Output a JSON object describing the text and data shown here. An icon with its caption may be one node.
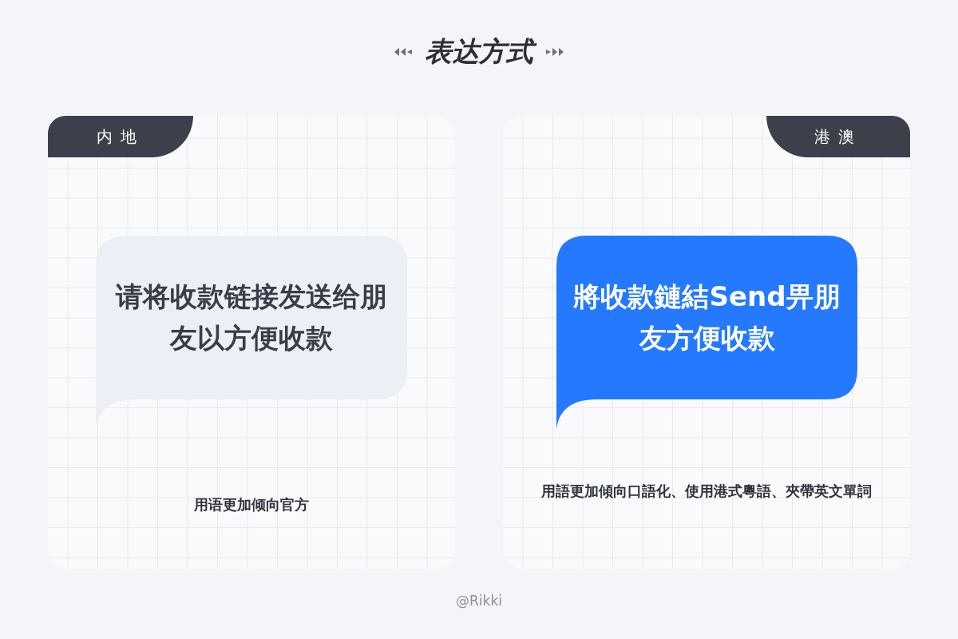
{
  "diagram": {
    "title": "表达方式",
    "nodes": [
      {
        "text": [
          "内地",
          "用语更加倾向官方"
        ]
      },
      {
        "text": [
          "请将收款链接发送给朋友以方便收款"
        ],
        "in": 0
      },
      {
        "text": [
          "港澳",
          "用語更加傾向口語化、使用港式粵語、夾帶英文單詞"
        ]
      },
      {
        "text": [
          "將收款鏈結Send畀朋友方便收款"
        ],
        "in": 2
      }
    ],
    "labels": [
      "@Rikki"
    ]
  }
}
